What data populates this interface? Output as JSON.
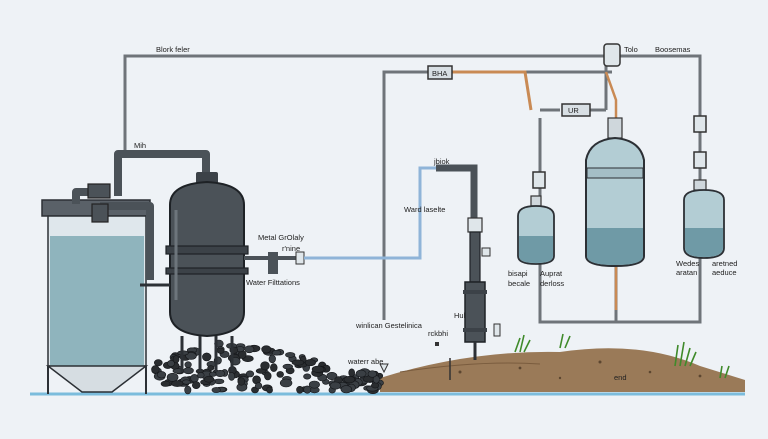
{
  "labels": {
    "block_filter": "Blork feler",
    "mih": "Mih",
    "bha": "BHA",
    "ur": "UR",
    "tolo": "Tolo",
    "boosemas": "Boosemas",
    "jbiok": "jbiok",
    "ward_lasette": "Ward laselte",
    "metal_grolaly": "Metal GrOlaly",
    "nine": "r'nine",
    "water_filtrations": "Water Filttations",
    "hul": "Hul",
    "winlican": "winlican Gestelinica",
    "rckbhi": "rckbhi",
    "waterr_abe": "waterr abe",
    "bisapi": "bisapi",
    "becale": "becale",
    "auprat": "Auprat",
    "derloss": "derloss",
    "wedes": "Wedes",
    "aratan": "aratan",
    "aretned": "aretned",
    "aeduce": "aeduce",
    "end": "end"
  },
  "colors": {
    "background": "#eef2f6",
    "pipe": "#6f7479",
    "vessel": "#4b5258",
    "water": "#8fb4bd",
    "glass": "#b3cdd4",
    "outlet_line": "#8fb4d8",
    "accent_pipe": "#c98a54",
    "rock": "#2a2d30",
    "soil": "#9a7a58",
    "ground_line": "#7bbcdc",
    "grass": "#3f8a2a"
  }
}
